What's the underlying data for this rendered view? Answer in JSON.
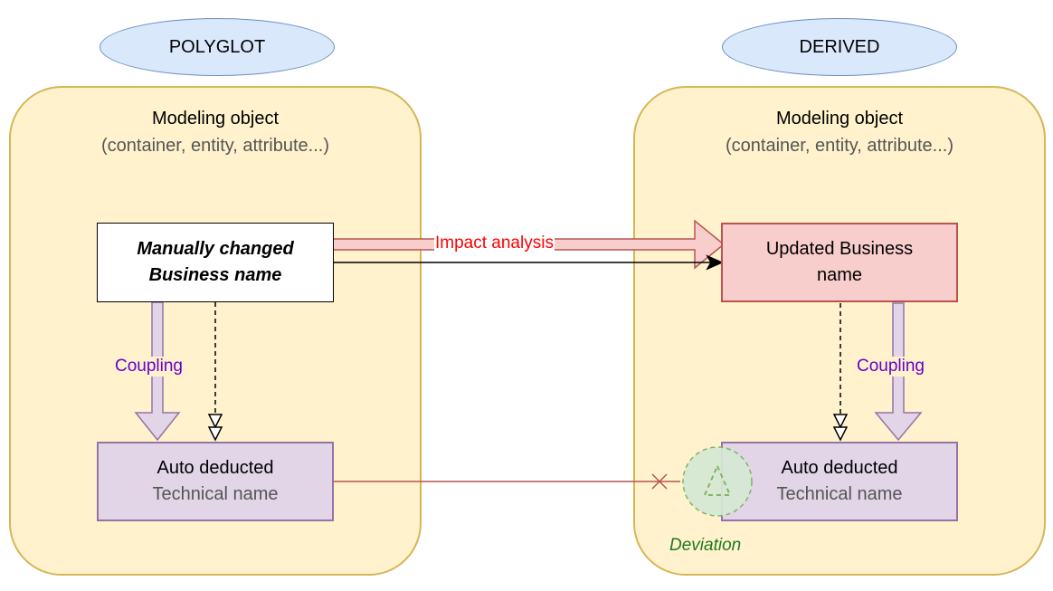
{
  "left_panel": {
    "header": "POLYGLOT",
    "title": "Modeling object",
    "subtitle": "(container, entity, attribute...)",
    "source_box": {
      "line1": "Manually changed",
      "line2": "Business name"
    },
    "target_box": {
      "line1": "Auto deducted",
      "line2": "Technical name"
    },
    "coupling_label": "Coupling"
  },
  "right_panel": {
    "header": "DERIVED",
    "title": "Modeling object",
    "subtitle": "(container, entity, attribute...)",
    "source_box": {
      "line1": "Updated Business",
      "line2": "name"
    },
    "target_box": {
      "line1": "Auto deducted",
      "line2": "Technical name"
    },
    "coupling_label": "Coupling",
    "deviation_label": "Deviation"
  },
  "impact_label": "Impact analysis",
  "colors": {
    "panel_fill": "#fff2cc",
    "panel_border": "#d6b656",
    "header_fill": "#dae8fc",
    "updated_fill": "#f8cecc",
    "technical_fill": "#e1d5e7",
    "coupling_text": "#6600cc",
    "impact_text": "#ff0000",
    "deviation_fill": "#d5e8d4",
    "deviation_text": "#1f7a1f"
  }
}
